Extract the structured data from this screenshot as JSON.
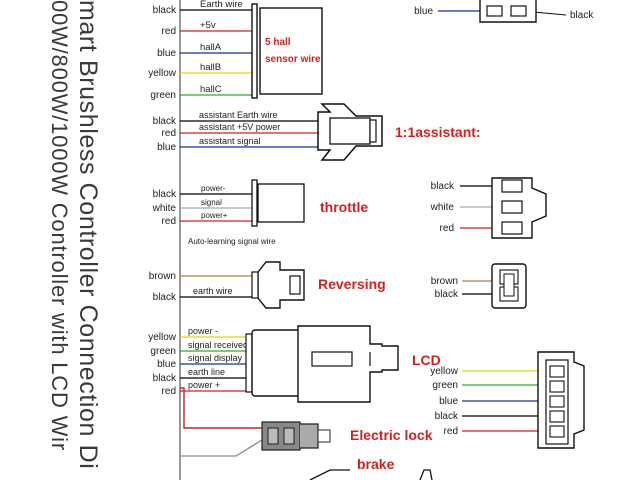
{
  "title": {
    "line1": "mart Brushless Controller Connection Di",
    "line2": "00W/800W/1000W Controller with LCD Wir"
  },
  "colors": {
    "black": "#000000",
    "red": "#d42020",
    "blue": "#1a2fa8",
    "yellow": "#e3d800",
    "green": "#2eaa2e",
    "white": "#aaaaaa",
    "brown": "#a8873a",
    "grey": "#8a8a8a",
    "label_red": "#d42020"
  },
  "hall": {
    "label_line1": "5 hall",
    "label_line2": "sensor wire",
    "wires": [
      {
        "color_name": "black",
        "signal": "Earth wire"
      },
      {
        "color_name": "red",
        "signal": "+5v"
      },
      {
        "color_name": "blue",
        "signal": "hallA"
      },
      {
        "color_name": "yellow",
        "signal": "hallB"
      },
      {
        "color_name": "green",
        "signal": "hallC"
      }
    ]
  },
  "hall_plug_partial": {
    "wires": [
      {
        "color_name": "blue"
      },
      {
        "color_name": "black"
      }
    ]
  },
  "assistant": {
    "title": "1:1assistant:",
    "wires": [
      {
        "color_name": "black",
        "signal": "assistant Earth wire"
      },
      {
        "color_name": "red",
        "signal": "assistant +5V power"
      },
      {
        "color_name": "blue",
        "signal": "assistant signal"
      }
    ]
  },
  "throttle": {
    "title": "throttle",
    "note": "Auto-learning signal wire",
    "wires": [
      {
        "color_name": "black",
        "signal": "power-"
      },
      {
        "color_name": "white",
        "signal": "signal"
      },
      {
        "color_name": "red",
        "signal": "power+"
      }
    ],
    "plug": [
      {
        "color_name": "black"
      },
      {
        "color_name": "white"
      },
      {
        "color_name": "red"
      }
    ]
  },
  "reversing": {
    "title": "Reversing",
    "wires": [
      {
        "color_name": "brown",
        "signal": ""
      },
      {
        "color_name": "black",
        "signal": "earth wire"
      }
    ],
    "plug": [
      {
        "color_name": "brown"
      },
      {
        "color_name": "black"
      }
    ]
  },
  "lcd": {
    "title": "LCD",
    "wires": [
      {
        "color_name": "yellow",
        "signal": "power -"
      },
      {
        "color_name": "green",
        "signal": "signal received"
      },
      {
        "color_name": "blue",
        "signal": "signal display"
      },
      {
        "color_name": "black",
        "signal": "earth line"
      },
      {
        "color_name": "red",
        "signal": "power +"
      }
    ],
    "plug": [
      {
        "color_name": "yellow"
      },
      {
        "color_name": "green"
      },
      {
        "color_name": "blue"
      },
      {
        "color_name": "black"
      },
      {
        "color_name": "red"
      }
    ]
  },
  "electric_lock": {
    "title": "Electric lock"
  },
  "brake": {
    "title": "brake"
  }
}
